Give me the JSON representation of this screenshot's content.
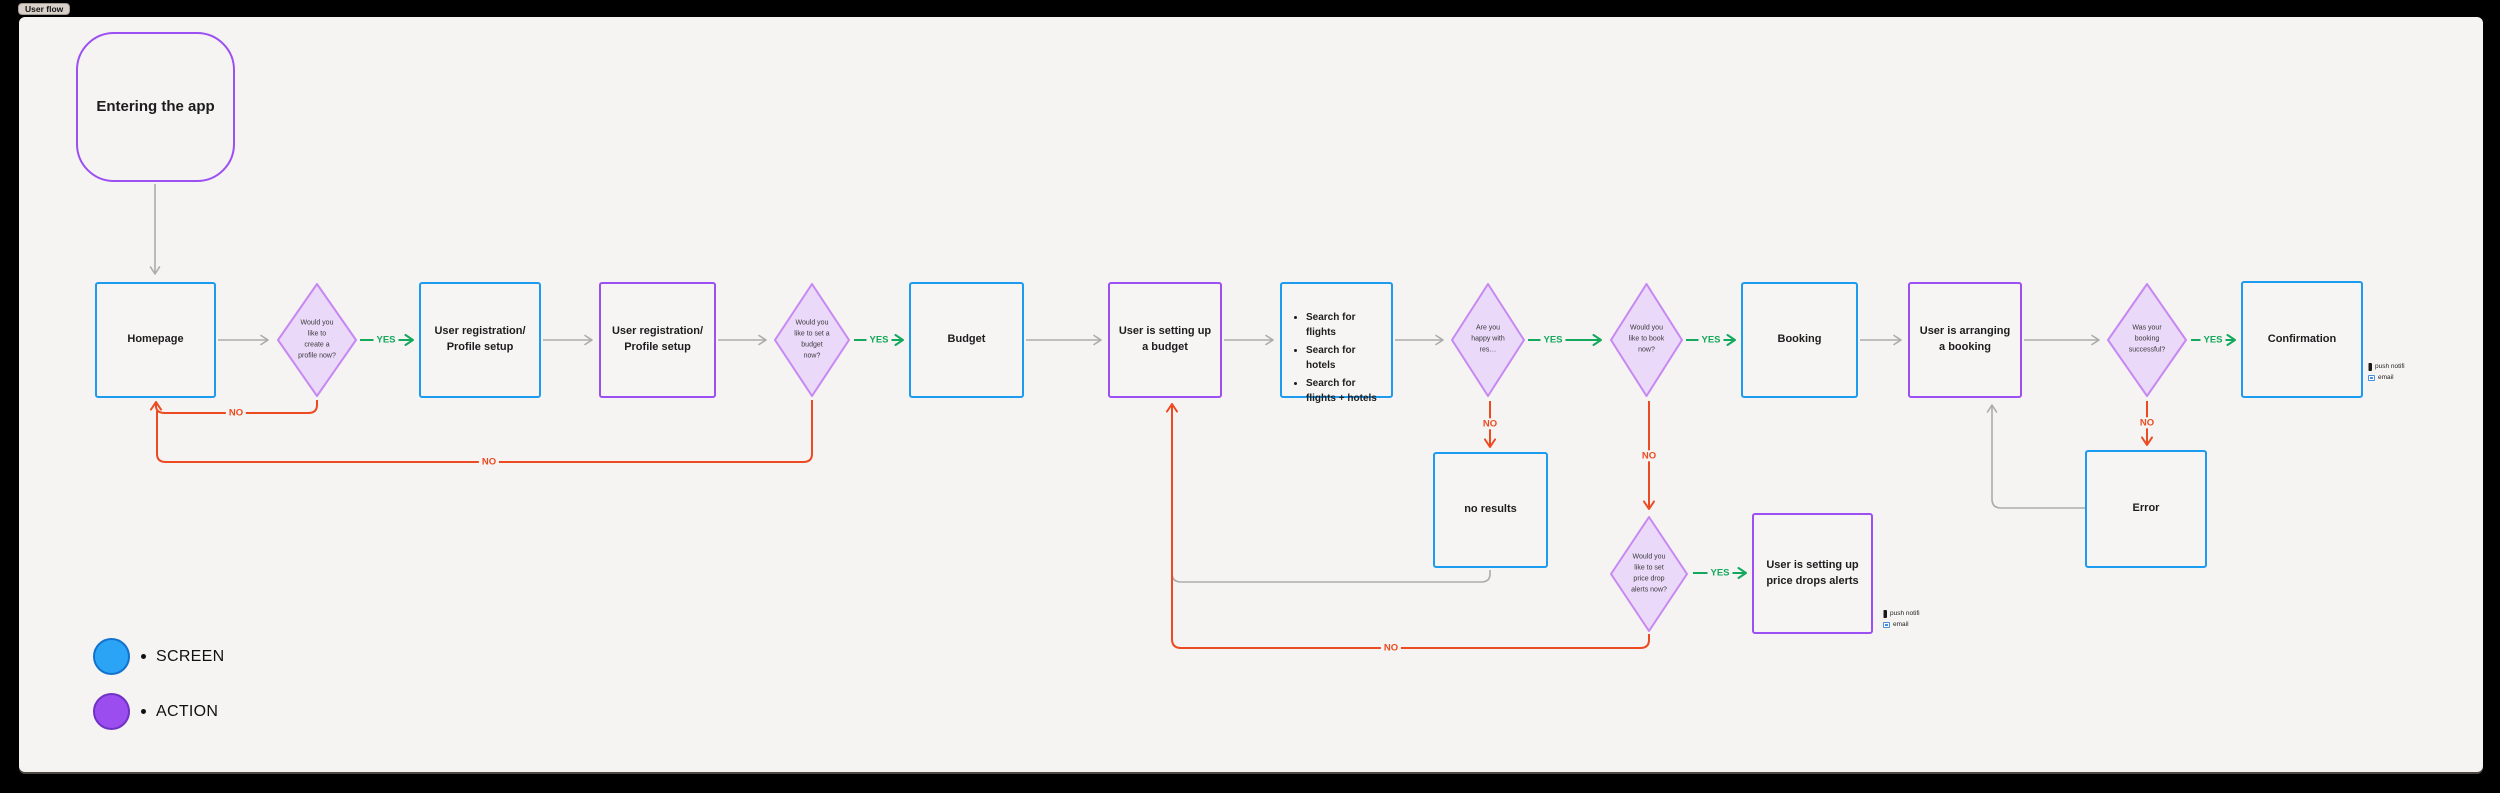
{
  "page": {
    "section_label": "User flow"
  },
  "flow": {
    "entering_app": "Entering the app",
    "homepage": "Homepage",
    "registration_screen": "User registration/ Profile setup",
    "registration_action": "User registration/ Profile setup",
    "budget_screen": "Budget",
    "budget_action": "User is setting up a budget",
    "search_options": [
      "Search for flights",
      "Search for hotels",
      "Search for flights + hotels"
    ],
    "booking_screen": "Booking",
    "booking_action": "User is arranging a booking",
    "confirmation_screen": "Confirmation",
    "no_results_screen": "no results",
    "error_screen": "Error",
    "price_alerts_action": "User is setting up price drops alerts"
  },
  "decisions": {
    "create_profile": "Would you like to create a profile now?",
    "set_budget": "Would you like to set a budget now?",
    "happy_results": "Are you happy with res…",
    "book_now": "Would you like to book now?",
    "booking_success": "Was your booking successful?",
    "price_alerts": "Would you like to set price drop alerts now?"
  },
  "labels": {
    "yes": "YES",
    "no": "NO"
  },
  "annotations": {
    "push": "push notifi",
    "email": "email"
  },
  "legend": {
    "screen": {
      "label": "SCREEN",
      "color": "#2BA4F6"
    },
    "action": {
      "label": "ACTION",
      "color": "#9C4DF0"
    }
  },
  "colors": {
    "canvas": "#F5F4F2",
    "screen_border": "#1B9CF0",
    "action_border": "#9C4FF2",
    "decision_border": "#C788F2",
    "decision_fill": "#EBD9FA",
    "yes": "#14A85C",
    "no": "#EC4A21",
    "connector": "#ABABAB",
    "text": "#1D1D1F"
  }
}
